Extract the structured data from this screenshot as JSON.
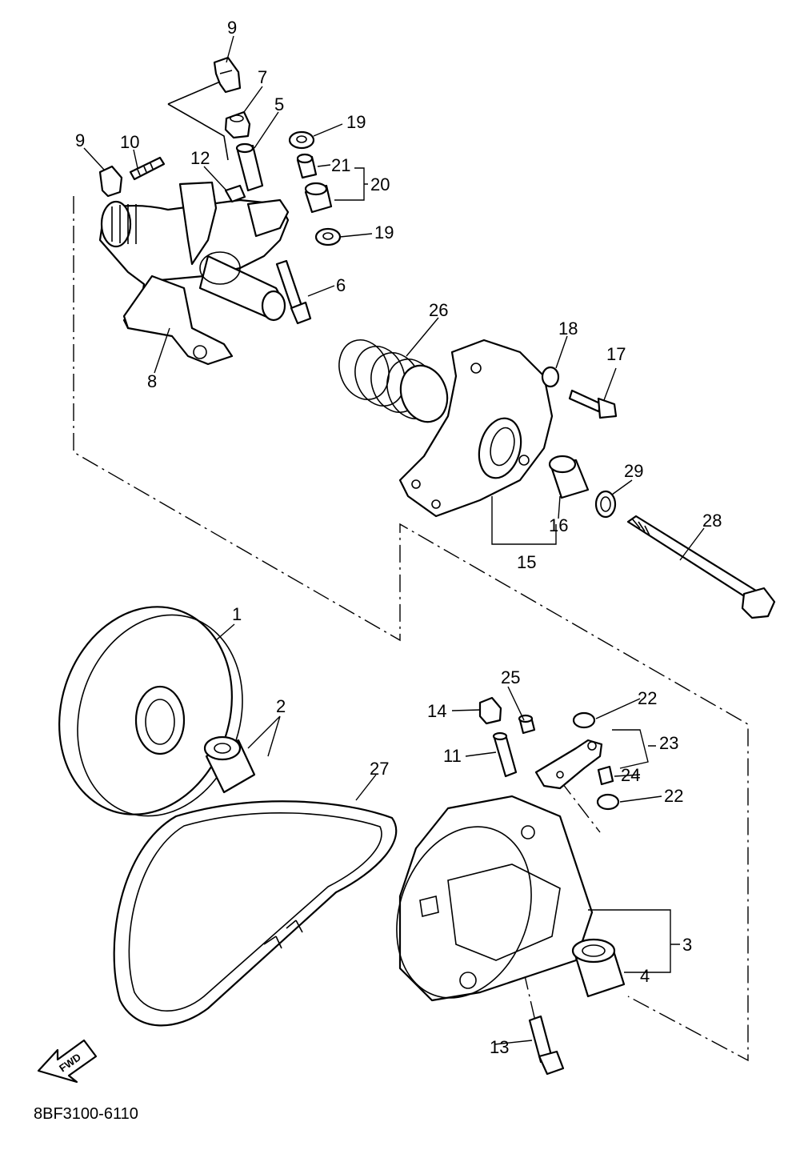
{
  "diagram": {
    "part_code": "8BF3100-6110",
    "fwd_label": "FWD",
    "callouts": {
      "p1": "1",
      "p2": "2",
      "p3": "3",
      "p4": "4",
      "p5": "5",
      "p6": "6",
      "p7": "7",
      "p8": "8",
      "p9a": "9",
      "p9b": "9",
      "p10": "10",
      "p11": "11",
      "p12": "12",
      "p13": "13",
      "p14": "14",
      "p15": "15",
      "p16": "16",
      "p17": "17",
      "p18": "18",
      "p19a": "19",
      "p19b": "19",
      "p20": "20",
      "p21": "21",
      "p22a": "22",
      "p22b": "22",
      "p23": "23",
      "p24": "24",
      "p25": "25",
      "p26": "26",
      "p27": "27",
      "p28": "28",
      "p29": "29"
    }
  }
}
